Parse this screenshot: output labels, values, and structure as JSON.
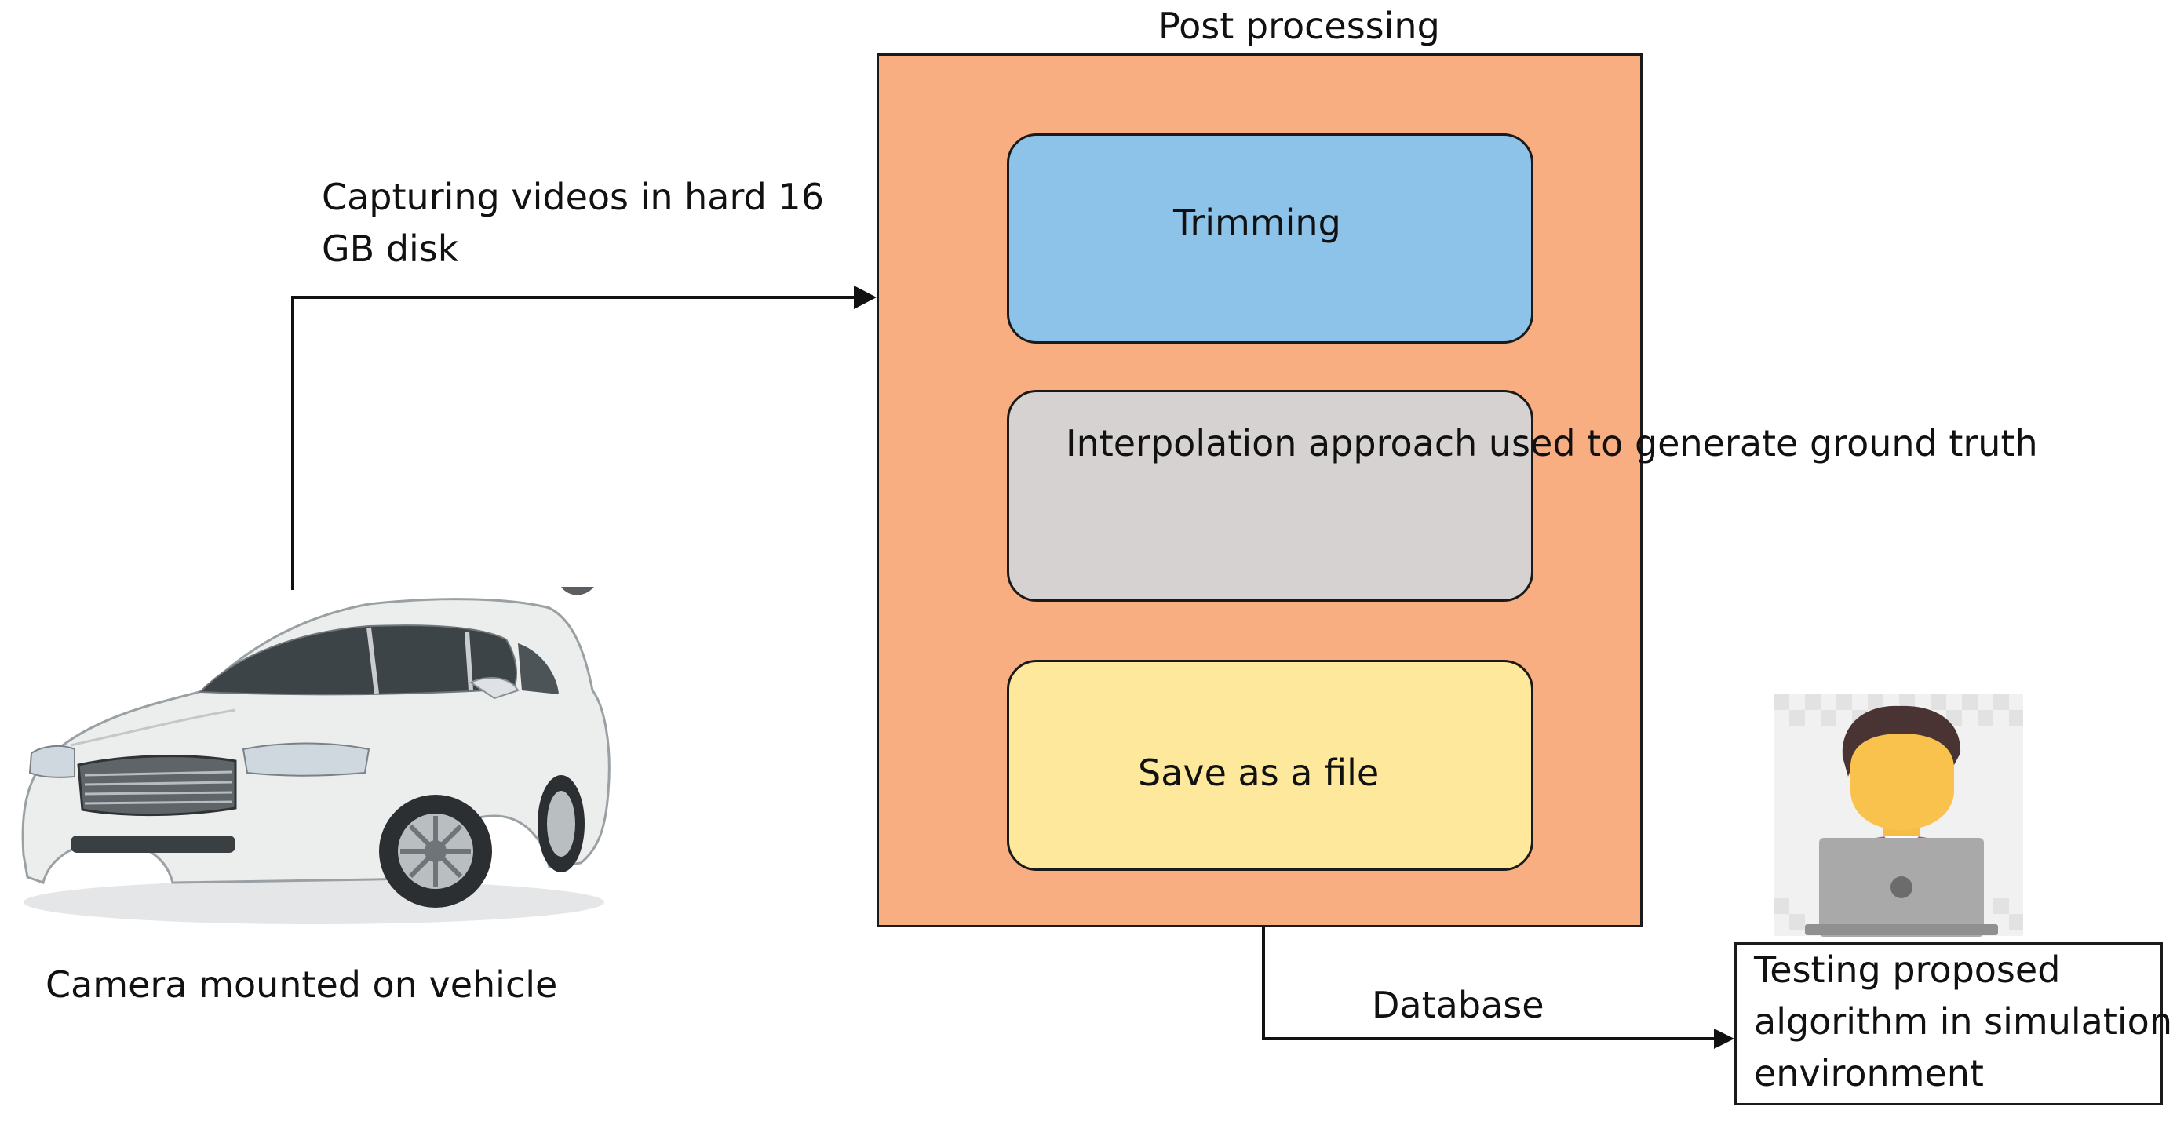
{
  "diagram": {
    "post_processing_title": "Post processing",
    "capture_label": "Capturing videos in hard 16\nGB disk",
    "camera_label": "Camera mounted on vehicle",
    "steps": {
      "trimming": "Trimming",
      "interpolation": "Interpolation approach\nused to generate\nground truth",
      "save": "Save as a file"
    },
    "database_label": "Database",
    "testing_label": "Testing proposed\nalgorithm in simulation\nenvironment"
  },
  "colors": {
    "post_box": "#f9ae82",
    "trimming": "#8dc3e8",
    "interpolation": "#d6d2d2",
    "save": "#fde89b",
    "connector": "#111111"
  },
  "icons": {
    "vehicle": "white-sedan-car",
    "user": "person-with-laptop"
  }
}
